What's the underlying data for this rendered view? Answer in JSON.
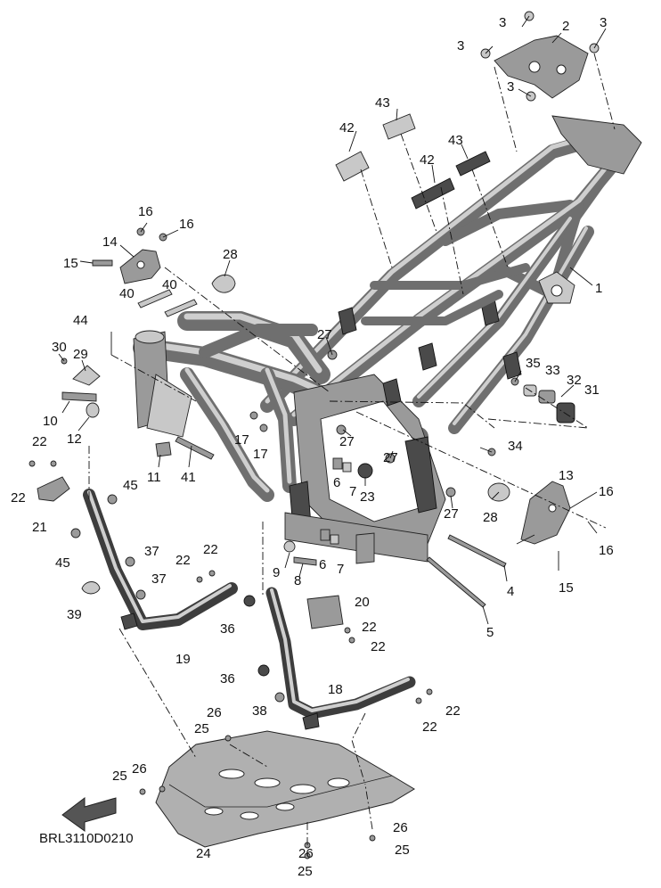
{
  "diagram_code": "BRL3110D0210",
  "callouts": [
    {
      "id": "c1",
      "text": "1"
    },
    {
      "id": "c2",
      "text": "2"
    },
    {
      "id": "c3a",
      "text": "3"
    },
    {
      "id": "c3b",
      "text": "3"
    },
    {
      "id": "c3c",
      "text": "3"
    },
    {
      "id": "c3d",
      "text": "3"
    },
    {
      "id": "c4",
      "text": "4"
    },
    {
      "id": "c5",
      "text": "5"
    },
    {
      "id": "c6a",
      "text": "6"
    },
    {
      "id": "c6b",
      "text": "6"
    },
    {
      "id": "c7a",
      "text": "7"
    },
    {
      "id": "c7b",
      "text": "7"
    },
    {
      "id": "c8",
      "text": "8"
    },
    {
      "id": "c9",
      "text": "9"
    },
    {
      "id": "c10",
      "text": "10"
    },
    {
      "id": "c11",
      "text": "11"
    },
    {
      "id": "c12",
      "text": "12"
    },
    {
      "id": "c13",
      "text": "13"
    },
    {
      "id": "c14",
      "text": "14"
    },
    {
      "id": "c15a",
      "text": "15"
    },
    {
      "id": "c15b",
      "text": "15"
    },
    {
      "id": "c16a",
      "text": "16"
    },
    {
      "id": "c16b",
      "text": "16"
    },
    {
      "id": "c16c",
      "text": "16"
    },
    {
      "id": "c16d",
      "text": "16"
    },
    {
      "id": "c17a",
      "text": "17"
    },
    {
      "id": "c17b",
      "text": "17"
    },
    {
      "id": "c18",
      "text": "18"
    },
    {
      "id": "c19",
      "text": "19"
    },
    {
      "id": "c20",
      "text": "20"
    },
    {
      "id": "c21",
      "text": "21"
    },
    {
      "id": "c22a",
      "text": "22"
    },
    {
      "id": "c22b",
      "text": "22"
    },
    {
      "id": "c22c",
      "text": "22"
    },
    {
      "id": "c22d",
      "text": "22"
    },
    {
      "id": "c22e",
      "text": "22"
    },
    {
      "id": "c22f",
      "text": "22"
    },
    {
      "id": "c22g",
      "text": "22"
    },
    {
      "id": "c22h",
      "text": "22"
    },
    {
      "id": "c23",
      "text": "23"
    },
    {
      "id": "c24",
      "text": "24"
    },
    {
      "id": "c25a",
      "text": "25"
    },
    {
      "id": "c25b",
      "text": "25"
    },
    {
      "id": "c25c",
      "text": "25"
    },
    {
      "id": "c25d",
      "text": "25"
    },
    {
      "id": "c26a",
      "text": "26"
    },
    {
      "id": "c26b",
      "text": "26"
    },
    {
      "id": "c26c",
      "text": "26"
    },
    {
      "id": "c26d",
      "text": "26"
    },
    {
      "id": "c27a",
      "text": "27"
    },
    {
      "id": "c27b",
      "text": "27"
    },
    {
      "id": "c27c",
      "text": "27"
    },
    {
      "id": "c27d",
      "text": "27"
    },
    {
      "id": "c28a",
      "text": "28"
    },
    {
      "id": "c28b",
      "text": "28"
    },
    {
      "id": "c29",
      "text": "29"
    },
    {
      "id": "c30",
      "text": "30"
    },
    {
      "id": "c31",
      "text": "31"
    },
    {
      "id": "c32",
      "text": "32"
    },
    {
      "id": "c33",
      "text": "33"
    },
    {
      "id": "c34",
      "text": "34"
    },
    {
      "id": "c35",
      "text": "35"
    },
    {
      "id": "c36a",
      "text": "36"
    },
    {
      "id": "c36b",
      "text": "36"
    },
    {
      "id": "c37a",
      "text": "37"
    },
    {
      "id": "c37b",
      "text": "37"
    },
    {
      "id": "c38",
      "text": "38"
    },
    {
      "id": "c39",
      "text": "39"
    },
    {
      "id": "c40a",
      "text": "40"
    },
    {
      "id": "c40b",
      "text": "40"
    },
    {
      "id": "c41",
      "text": "41"
    },
    {
      "id": "c42a",
      "text": "42"
    },
    {
      "id": "c42b",
      "text": "42"
    },
    {
      "id": "c43a",
      "text": "43"
    },
    {
      "id": "c43b",
      "text": "43"
    },
    {
      "id": "c44",
      "text": "44"
    },
    {
      "id": "c45a",
      "text": "45"
    },
    {
      "id": "c45b",
      "text": "45"
    }
  ],
  "colors": {
    "tube": "#6f6f6f",
    "highlight": "#cfcfcf",
    "shadow": "#3d3d3d",
    "text": "#111111"
  },
  "icons": {
    "direction_arrow": "front-arrow-icon"
  }
}
